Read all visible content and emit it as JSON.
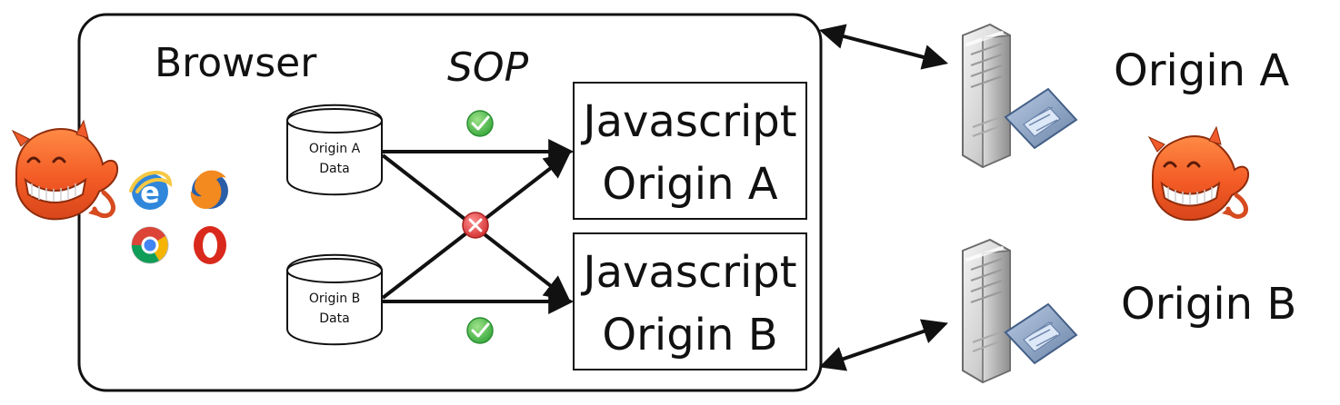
{
  "browser": {
    "title": "Browser",
    "policy_label": "SOP",
    "data_stores": [
      {
        "name": "Origin A",
        "subtitle": "Data"
      },
      {
        "name": "Origin B",
        "subtitle": "Data"
      }
    ],
    "scripts": [
      {
        "line1": "Javascript",
        "line2": "Origin A"
      },
      {
        "line1": "Javascript",
        "line2": "Origin B"
      }
    ],
    "icons": [
      "internet-explorer-icon",
      "firefox-icon",
      "chrome-icon",
      "opera-icon"
    ]
  },
  "servers": [
    {
      "label": "Origin A"
    },
    {
      "label": "Origin B"
    }
  ],
  "status_icons": {
    "allowed": "check-circle-icon",
    "blocked": "x-circle-icon"
  },
  "colors": {
    "allowed": "#54b94a",
    "blocked": "#d63a3a",
    "devil": "#f05a2a",
    "server": "#c8c8c8",
    "server_accent": "#7f96b8"
  }
}
